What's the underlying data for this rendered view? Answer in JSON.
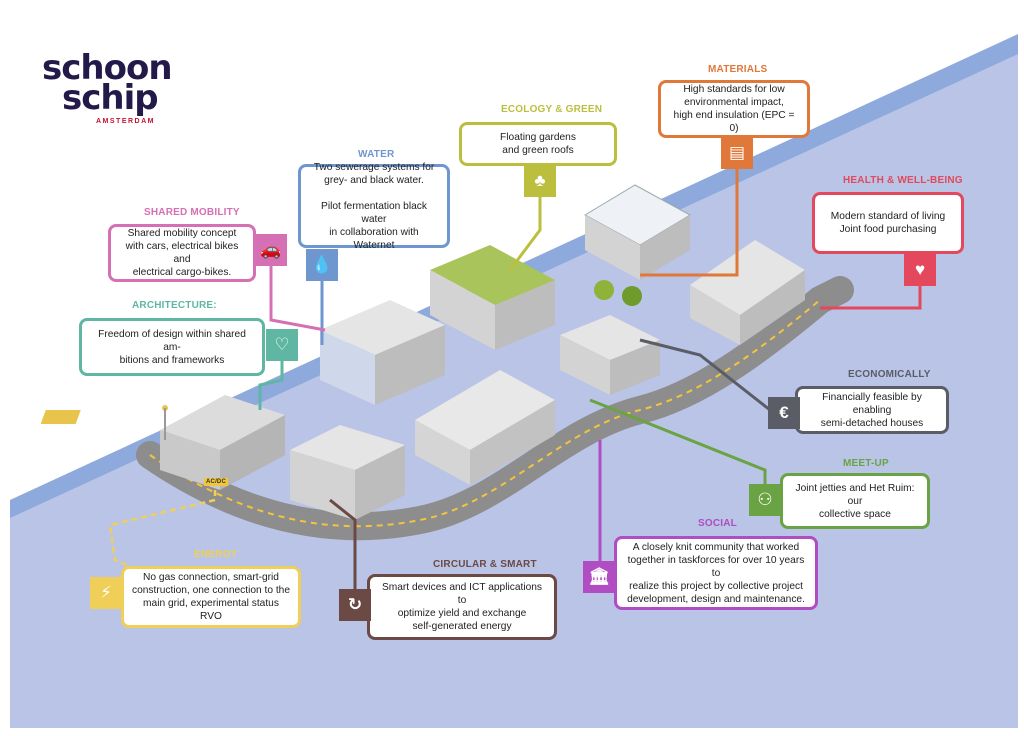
{
  "logo": {
    "line1": "schoon",
    "line2": "schip",
    "sub": "AMSTERDAM"
  },
  "callouts": {
    "materials": {
      "title": "MATERIALS",
      "text": "High standards for low\nenvironmental impact,\nhigh end insulation (EPC = 0)",
      "icon": "brick-icon",
      "color": "#e0783a"
    },
    "ecology": {
      "title": "ECOLOGY & GREEN",
      "text": "Floating gardens\nand green roofs",
      "icon": "tree-icon",
      "color": "#bcbf3e"
    },
    "water": {
      "title": "WATER",
      "text": "Two sewerage systems for\ngrey- and black water.\n\nPilot fermentation black water\nin collaboration with Waternet",
      "icon": "water-drop-icon",
      "color": "#6e97d0"
    },
    "shared_mobility": {
      "title": "SHARED MOBILITY",
      "text": "Shared mobility concept\nwith cars, electrical bikes and\nelectrical cargo-bikes.",
      "icon": "car-icon",
      "color": "#d470b3"
    },
    "architecture": {
      "title": "ARCHITECTURE:",
      "text": "Freedom of design within shared am-\nbitions and frameworks",
      "icon": "heart-hands-icon",
      "color": "#5fb7a3"
    },
    "health": {
      "title": "HEALTH & WELL-BEING",
      "text": "Modern standard of living\nJoint food purchasing",
      "icon": "heartbeat-icon",
      "color": "#e3485c"
    },
    "economically": {
      "title": "ECONOMICALLY",
      "text": "Financially feasible by enabling\nsemi-detached houses",
      "icon": "euro-icon",
      "color": "#5a5d66"
    },
    "meetup": {
      "title": "MEET-UP",
      "text": "Joint jetties and Het Ruim: our\ncollective space",
      "icon": "table-people-icon",
      "color": "#6aa343"
    },
    "social": {
      "title": "SOCIAL",
      "text": "A closely knit community that worked\ntogether in taskforces for over 10 years to\nrealize this project by collective project\ndevelopment, design and maintenance.",
      "icon": "institution-icon",
      "color": "#b04dc2"
    },
    "circular": {
      "title": "CIRCULAR & SMART",
      "text": "Smart devices and ICT applications to\noptimize yield and exchange\nself-generated energy",
      "icon": "cycle-icon",
      "color": "#6b4a45"
    },
    "energy": {
      "title": "ENERGY",
      "text": "No gas connection, smart-grid\nconstruction, one connection to the\nmain grid, experimental status  RVO",
      "icon": "lightning-icon",
      "color": "#efcf57"
    }
  },
  "labels": {
    "acdc": "AC/DC"
  }
}
